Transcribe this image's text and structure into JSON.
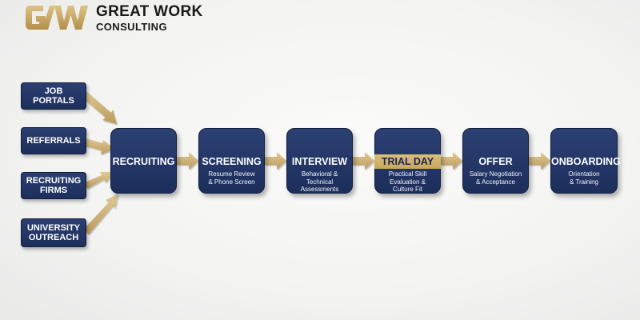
{
  "brand": {
    "monogram": "GW",
    "name_line1": "GREAT WORK",
    "name_line2": "CONSULTING"
  },
  "colors": {
    "box_navy": "#233563",
    "arrow_gold": "#cdb27a",
    "band_gold": "#d2b56b"
  },
  "sources": [
    {
      "label": "JOB\nPORTALS"
    },
    {
      "label": "REFERRALS"
    },
    {
      "label": "RECRUITING\nFIRMS"
    },
    {
      "label": "UNIVERSITY\nOUTREACH"
    }
  ],
  "stages": [
    {
      "title": "RECRUITING",
      "subtitle": ""
    },
    {
      "title": "SCREENING",
      "subtitle": "Resume Review\n& Phone Screen"
    },
    {
      "title": "INTERVIEW",
      "subtitle": "Behavioral &\nTechnical\nAssessments"
    },
    {
      "title": "TRIAL DAY",
      "subtitle": "Practical Skill\nEvaluation &\nCulture Fit",
      "highlight": true
    },
    {
      "title": "OFFER",
      "subtitle": "Salary Negotiation\n& Acceptance"
    },
    {
      "title": "ONBOARDING",
      "subtitle": "Orientation\n& Training"
    }
  ]
}
